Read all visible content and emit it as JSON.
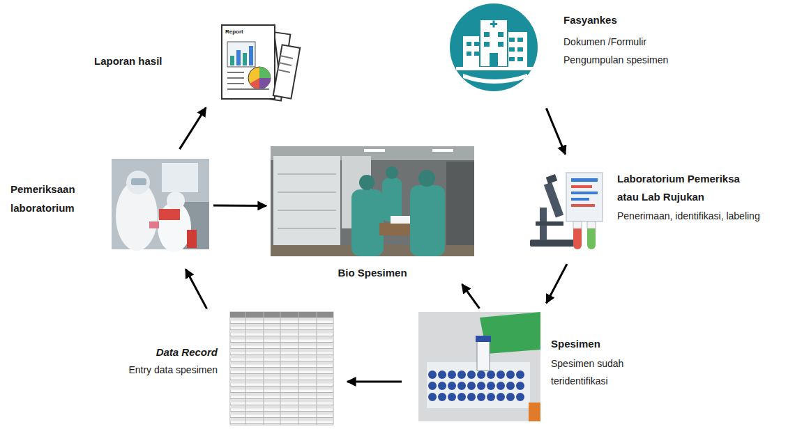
{
  "diagram": {
    "nodes": [
      {
        "text": [
          "Fasyankes",
          "Dokumen /Formulir Pengumpulan spesimen"
        ]
      },
      {
        "text": [
          "Laboratorium Pemeriksa atau Lab Rujukan",
          "Penerimaan, identifikasi, labeling"
        ]
      },
      {
        "text": [
          "Spesimen",
          "Spesimen sudah teridentifikasi"
        ]
      },
      {
        "text": [
          "Data Record",
          "Entry data spesimen"
        ]
      },
      {
        "text": [
          "Pemeriksaan laboratorium"
        ]
      },
      {
        "text": [
          "Bio Spesimen"
        ]
      },
      {
        "text": [
          "Laporan hasil"
        ]
      }
    ],
    "edges": [
      {
        "from": 0,
        "to": 1,
        "arrow": "to"
      },
      {
        "from": 1,
        "to": 2,
        "arrow": "to"
      },
      {
        "from": 2,
        "to": 3,
        "arrow": "to"
      },
      {
        "from": 2,
        "to": 5,
        "arrow": "to"
      },
      {
        "from": 3,
        "to": 4,
        "arrow": "to"
      },
      {
        "from": 4,
        "to": 5,
        "arrow": "to"
      },
      {
        "from": 4,
        "to": 6,
        "arrow": "to"
      }
    ],
    "labels": [
      "Report"
    ]
  }
}
